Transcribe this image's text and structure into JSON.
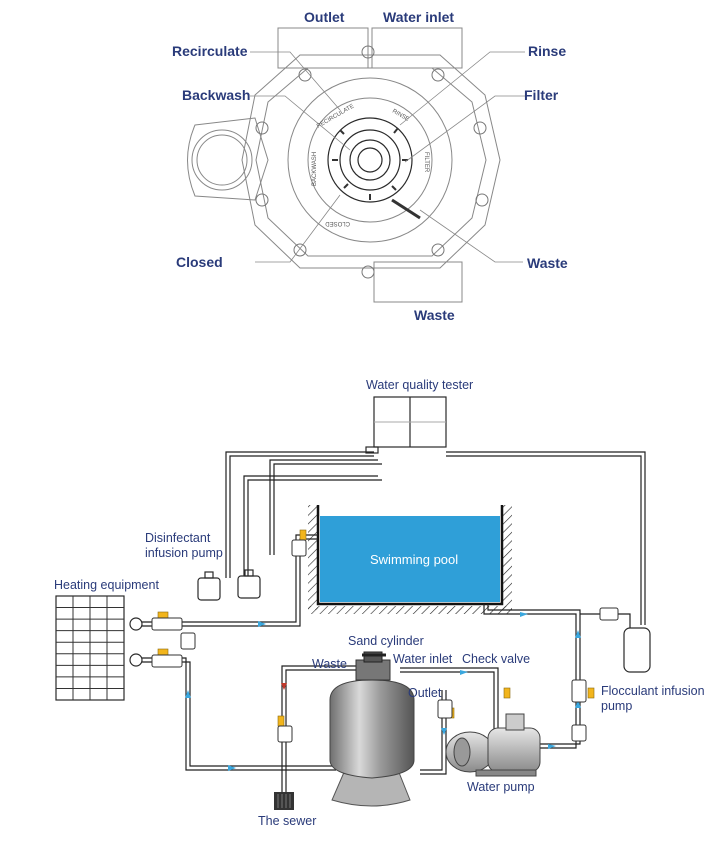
{
  "valve_labels": {
    "outlet": "Outlet",
    "water_inlet": "Water inlet",
    "recirculate": "Recirculate",
    "rinse": "Rinse",
    "backwash": "Backwash",
    "filter": "Filter",
    "closed": "Closed",
    "waste_right": "Waste",
    "waste_bottom": "Waste"
  },
  "dial_markings": {
    "recirculate": "RECIRCULATE",
    "rinse": "RINSE",
    "backwash": "BACKWASH",
    "filter": "FILTER",
    "closed": "CLOSED"
  },
  "system_labels": {
    "water_quality_tester": "Water quality tester",
    "disinfectant_pump_line1": "Disinfectant",
    "disinfectant_pump_line2": "infusion pump",
    "heating_equipment": "Heating equipment",
    "swimming_pool": "Swimming pool",
    "sand_cylinder": "Sand cylinder",
    "waste": "Waste",
    "water_inlet": "Water inlet",
    "check_valve": "Check valve",
    "outlet": "Outlet",
    "flocculant_line1": "Flocculant infusion",
    "flocculant_line2": "pump",
    "water_pump": "Water pump",
    "the_sewer": "The sewer"
  },
  "colors": {
    "label_blue": "#2a3b7a",
    "pool_blue": "#2f9fd8",
    "flow_arrow": "#3aa7de",
    "valve_yellow": "#f2b51c",
    "sewer_arrow": "#c0392b"
  }
}
